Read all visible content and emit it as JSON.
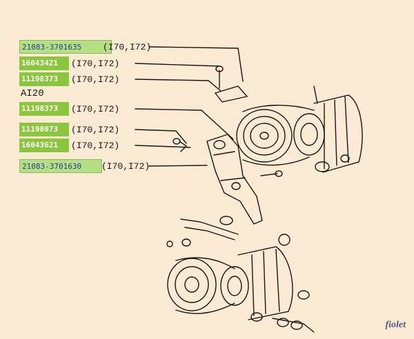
{
  "parts": [
    {
      "number": "21083-3701635",
      "fitment": "(I70,I72)",
      "style": "light"
    },
    {
      "number": "16043421",
      "fitment": "(I70,I72)",
      "style": "solid"
    },
    {
      "number": "11198373",
      "fitment": "(I70,I72)",
      "style": "solid"
    },
    {
      "number": "11198373",
      "fitment": "(I70,I72)",
      "style": "solid"
    },
    {
      "number": "11198073",
      "fitment": "(I70,I72)",
      "style": "solid"
    },
    {
      "number": "16043621",
      "fitment": "(I70,I72)",
      "style": "solid"
    },
    {
      "number": "21083-3701630",
      "fitment": "(I70,I72)",
      "style": "light"
    }
  ],
  "free_label": "AI20",
  "watermark": "fiolet",
  "colors": {
    "background": "#fbebd5",
    "tag": "#8cc63f",
    "tag_light": "#b6df85",
    "ink": "#1a1410"
  }
}
